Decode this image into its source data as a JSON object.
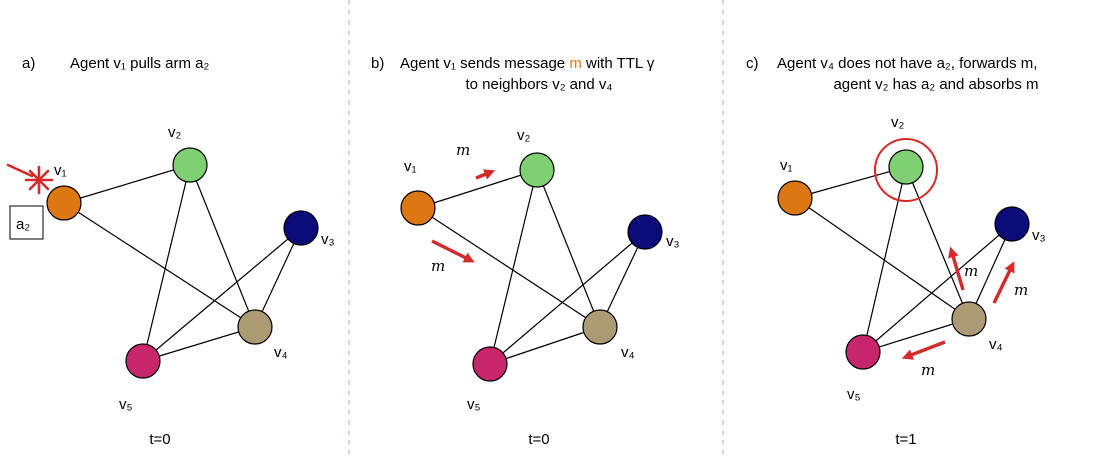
{
  "colors": {
    "v1": "#dc7712",
    "v2": "#7fd072",
    "v3": "#0a0a78",
    "v4": "#ab9a72",
    "v5": "#c8266c",
    "arrow": "#d42a2a",
    "divider": "#e8a9b0",
    "message_m": "#e07b12",
    "message_m_olive": "#a8924e"
  },
  "icons": {
    "pull": "asterisk-burst-icon",
    "arrow": "red-arrow-icon"
  },
  "panels": [
    {
      "letter": "a)",
      "caption_line1": "Agent v₁ pulls arm a₂",
      "time": "t=0",
      "arm_box_label": "a₂"
    },
    {
      "letter": "b)",
      "caption_line1": "Agent v₁ sends message m with TTL γ",
      "caption_parts": {
        "pre": "Agent v₁ sends message ",
        "m": "m",
        "post": " with TTL γ"
      },
      "caption_line2": "to neighbors v₂ and v₄",
      "time": "t=0",
      "message_labels": [
        "m",
        "m"
      ]
    },
    {
      "letter": "c)",
      "caption_line1": "Agent v₄ does not have a₂, forwards m,",
      "caption_line2": "agent v₂ has a₂ and absorbs m",
      "time": "t=1",
      "message_labels": [
        "m",
        "m",
        "m"
      ]
    }
  ],
  "node_labels": {
    "v1": "v₁",
    "v2": "v₂",
    "v3": "v₃",
    "v4": "v₄",
    "v5": "v₅"
  }
}
